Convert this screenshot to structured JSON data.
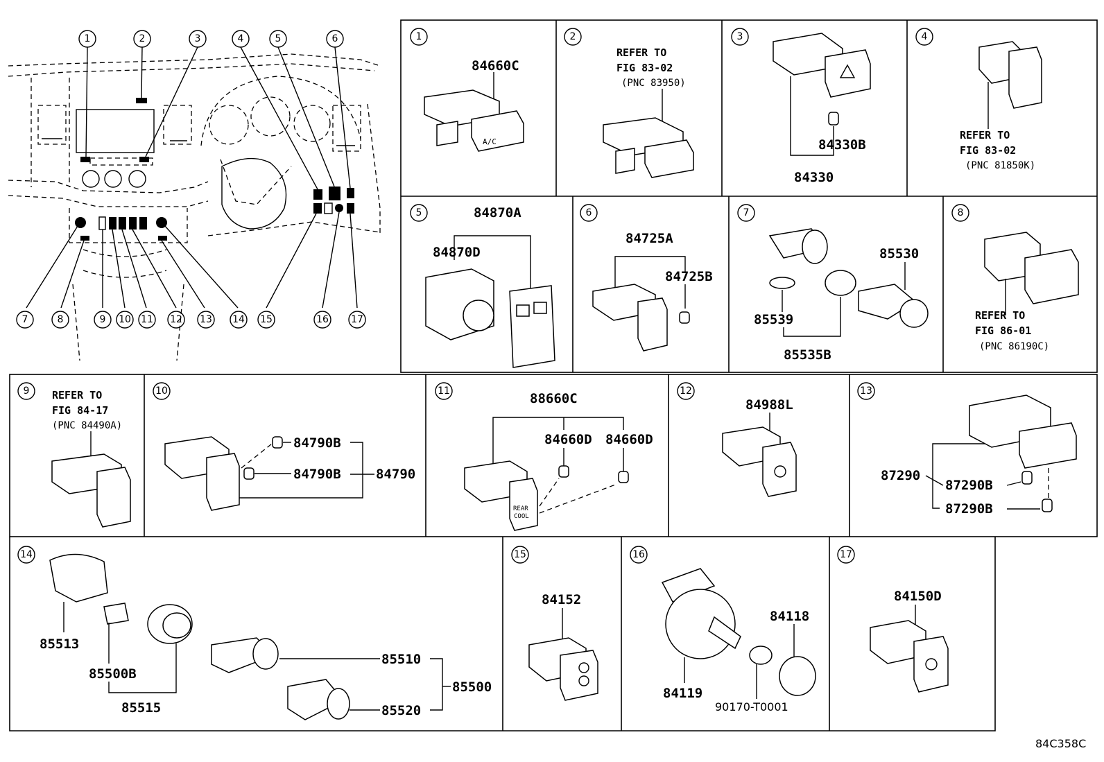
{
  "overview": {
    "callouts_top": [
      "1",
      "2",
      "3",
      "4",
      "5",
      "6"
    ],
    "callouts_bottom": [
      "7",
      "8",
      "9",
      "10",
      "11",
      "12",
      "13",
      "14",
      "15",
      "16",
      "17"
    ]
  },
  "panels": {
    "p1": {
      "num": "1",
      "parts": [
        "84660C"
      ]
    },
    "p2": {
      "num": "2",
      "ref": [
        "REFER TO",
        "FIG 83-02",
        "(PNC 83950)"
      ]
    },
    "p3": {
      "num": "3",
      "parts": [
        "84330B",
        "84330"
      ]
    },
    "p4": {
      "num": "4",
      "ref": [
        "REFER TO",
        "FIG 83-02",
        "(PNC 81850K)"
      ]
    },
    "p5": {
      "num": "5",
      "parts": [
        "84870A",
        "84870D"
      ]
    },
    "p6": {
      "num": "6",
      "parts": [
        "84725A",
        "84725B"
      ]
    },
    "p7": {
      "num": "7",
      "parts": [
        "85530",
        "85539",
        "85535B"
      ]
    },
    "p8": {
      "num": "8",
      "ref": [
        "REFER TO",
        "FIG 86-01",
        "(PNC 86190C)"
      ]
    },
    "p9": {
      "num": "9",
      "ref": [
        "REFER TO",
        "FIG 84-17",
        "(PNC 84490A)"
      ]
    },
    "p10": {
      "num": "10",
      "parts": [
        "84790B",
        "84790B",
        "84790"
      ]
    },
    "p11": {
      "num": "11",
      "parts": [
        "88660C",
        "84660D",
        "84660D"
      ]
    },
    "p12": {
      "num": "12",
      "parts": [
        "84988L"
      ]
    },
    "p13": {
      "num": "13",
      "parts": [
        "87290",
        "87290B",
        "87290B"
      ]
    },
    "p14": {
      "num": "14",
      "parts": [
        "85513",
        "85500B",
        "85515",
        "85510",
        "85520",
        "85500"
      ]
    },
    "p15": {
      "num": "15",
      "parts": [
        "84152"
      ]
    },
    "p16": {
      "num": "16",
      "parts": [
        "84119",
        "84118",
        "90170-T0001"
      ]
    },
    "p17": {
      "num": "17",
      "parts": [
        "84150D"
      ]
    }
  },
  "switch_text": {
    "ac": "A/C",
    "rear": "REAR",
    "cool": "COOL"
  },
  "figure_code": "84C358C"
}
